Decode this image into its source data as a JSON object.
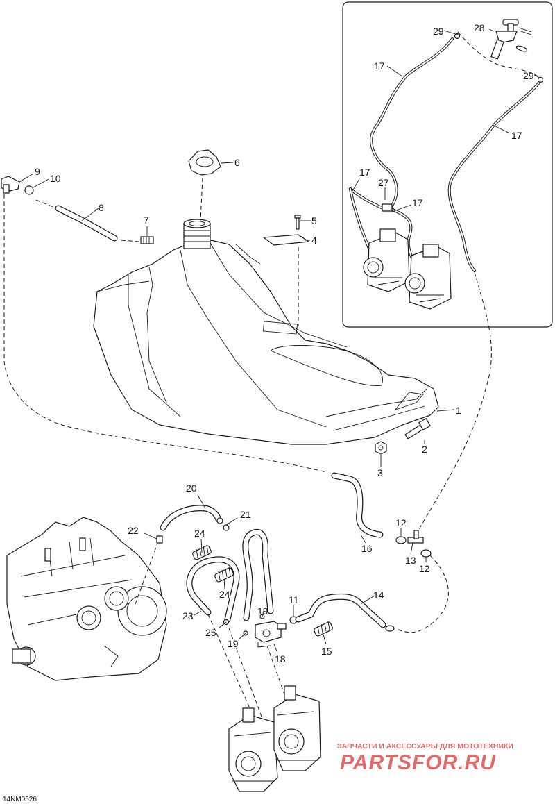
{
  "callouts": {
    "c1": "1",
    "c2": "2",
    "c3": "3",
    "c4": "4",
    "c5": "5",
    "c6": "6",
    "c7": "7",
    "c8": "8",
    "c9": "9",
    "c10": "10",
    "c11": "11",
    "c12a": "12",
    "c12b": "12",
    "c13": "13",
    "c14": "14",
    "c15": "15",
    "c16": "16",
    "c17a": "17",
    "c17b": "17",
    "c17c": "17",
    "c17d": "17",
    "c19a": "19",
    "c19b": "19",
    "c20": "20",
    "c21": "21",
    "c22": "22",
    "c23": "23",
    "c24a": "24",
    "c24b": "24",
    "c25": "25",
    "c27": "27",
    "c28": "28",
    "c29a": "29",
    "c29b": "29",
    "c18": "18"
  },
  "diagram_code": "14NM0526",
  "watermark": {
    "line1": "ЗАПЧАСТИ И АКСЕССУАРЫ ДЛЯ МОТОТЕХНИКИ",
    "line2": "PARTSFOR.RU",
    "color": "#e06a6a"
  },
  "colors": {
    "ink": "#1a1a1a",
    "background": "#ffffff"
  },
  "icons": [
    "fuel-tank",
    "fuel-cap",
    "primer-pump",
    "carburetor",
    "engine",
    "fuel-valve",
    "hose-clamp"
  ]
}
